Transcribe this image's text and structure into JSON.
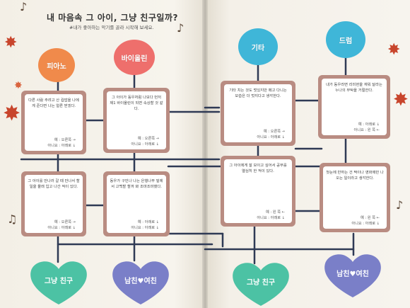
{
  "title": "내 마음속 그 아이, 그냥 친구일까?",
  "subtitle": "#내가 좋아하는 악기를 골라 시작해 보세요.",
  "instruments": [
    {
      "label": "피아노",
      "color": "#f08a4b"
    },
    {
      "label": "바이올린",
      "color": "#ee6f6c"
    },
    {
      "label": "기타",
      "color": "#3fb6d8"
    },
    {
      "label": "드럼",
      "color": "#3fb6d8"
    }
  ],
  "questions": [
    {
      "text": "다른 사람 주려고 산 컵밥을 나에게 준다면 나는 얼른 받겠다.",
      "yes": "예 : 오른쪽 →",
      "no": "아니요 : 아래로 ↓"
    },
    {
      "text": "그 아이가 동우처럼 나보다 먼저 제1 바이올린이 되면 속상할 것 같다.",
      "yes": "예 : 오른쪽 →",
      "no": "아니요 : 아래로 ↓"
    },
    {
      "text": "기타 치는 것도 멋있지만 메고 다니는 모습은 더 멋지다고 생각한다.",
      "yes": "예 : 오른쪽 →",
      "no": "아니요 : 아래로 ↓"
    },
    {
      "text": "내가 동우라면 리미현을 재워 달라는 누나의 부탁을 거절한다.",
      "yes": "예 : 아래로 ↓",
      "no": "아니요 : 왼 쪽 ←"
    },
    {
      "text": "그 아이를 만나러 갈 때 만나서 할 일을 몰래 입고 나간 적이 있다.",
      "yes": "예 : 오른쪽 →",
      "no": "아니요 : 아래로 ↓"
    },
    {
      "text": "동우가 구민나 나는 은행나무 밑에서 고백할 할까 봐 조마조마했다.",
      "yes": "예 : 아래로 ↓",
      "no": "아니요 : 아래로 ↓"
    },
    {
      "text": "그 아이에게 잘 보이고 싶어서 공부를 열심히 한 적이 있다.",
      "yes": "예 : 왼 쪽 ←",
      "no": "아니요 : 아래로 ↓"
    },
    {
      "text": "첫눈에 반하는 건 짝이나 영화에만 나오는 일이라고 생각한다.",
      "yes": "예 : 왼 쪽 ←",
      "no": "아니요 : 아래로 ↓"
    }
  ],
  "results": [
    {
      "label": "그냥 친구",
      "color": "#4cc2a4"
    },
    {
      "label": "남친♥여친",
      "color": "#7a7fc8"
    },
    {
      "label": "그냥 친구",
      "color": "#4cc2a4"
    },
    {
      "label": "남친♥여친",
      "color": "#7a7fc8"
    }
  ]
}
